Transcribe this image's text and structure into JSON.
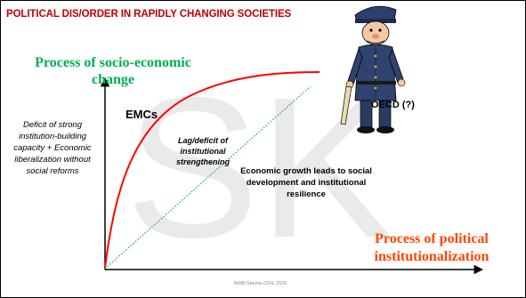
{
  "slide": {
    "title": "POLITICAL DIS/ORDER IN RAPIDLY CHANGING SOCIETIES",
    "y_axis_heading": "Process of socio-economic change",
    "x_axis_heading": "Process of political institutionalization",
    "side_note": "Deficit of strong institution-building capacity + Economic liberalization without social reforms",
    "curve_label": "EMCs",
    "endpoint_label": "OECD (?)",
    "lag_label": "Lag/deficit of institutional strengthening",
    "growth_label": "Economic growth leads to social development and institutional resilience",
    "watermark": "SK",
    "footer": "MHB-Skema-CIFE 2020"
  },
  "colors": {
    "title": "#c00000",
    "green_heading": "#00b050",
    "orange_heading": "#ff4500",
    "curve": "#ff0000",
    "diagonal": "#00b050",
    "watermark": "#e6e6e6"
  },
  "icons": {
    "figure": "policeman-cartoon-icon"
  }
}
